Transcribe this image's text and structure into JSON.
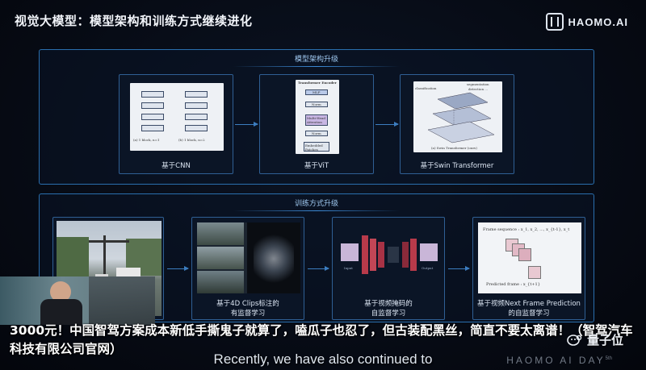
{
  "slide": {
    "title": "视觉大模型：模型架构和训练方式继续进化",
    "logo_text": "HAOMO.AI"
  },
  "architecture_panel": {
    "heading": "模型架构升级",
    "cards": [
      {
        "caption": "基于CNN",
        "figure_labels": [
          "(a) 1 block, n=1",
          "(b) 1 block, n=2"
        ]
      },
      {
        "caption": "基于ViT",
        "figure_labels": [
          "Transformer Encoder",
          "MLP",
          "Norm",
          "Multi-Head Attention",
          "Norm",
          "Embedded Patches"
        ]
      },
      {
        "caption": "基于Swin Transformer",
        "figure_labels": [
          "classification",
          "segmentation",
          "detection ...",
          "(a) Swin Transformer (ours)"
        ]
      }
    ]
  },
  "training_panel": {
    "heading": "训练方式升级",
    "cards": [
      {
        "caption": ""
      },
      {
        "caption_lines": [
          "基于4D Clips标注的",
          "有监督学习"
        ]
      },
      {
        "caption_lines": [
          "基于视频掩码的",
          "自监督学习"
        ],
        "figure_labels": [
          "Input",
          "Output"
        ]
      },
      {
        "caption_lines": [
          "基于视频Next Frame Prediction",
          "的自监督学习"
        ],
        "figure_labels": [
          "Frame sequence : x_1, x_2, ..., x_{t-1}, x_t",
          "Predicted frame : x_{t+1}"
        ]
      }
    ]
  },
  "overlay": {
    "subtitle_cn": "3000元！中国智驾方案成本新低手撕鬼子就算了，嗑瓜子也忍了，但古装配黑丝，简直不要太离谱！（智驾汽车科技有限公司官网）",
    "subtitle_en": "Recently, we have also continued to",
    "event_mark": "HAOMO AI DAY",
    "event_mark_sup": "5th",
    "watermark": "量子位"
  },
  "colors": {
    "panel_border": "#2a6fae",
    "heading": "#9fc8f0",
    "background": "#060a13"
  }
}
